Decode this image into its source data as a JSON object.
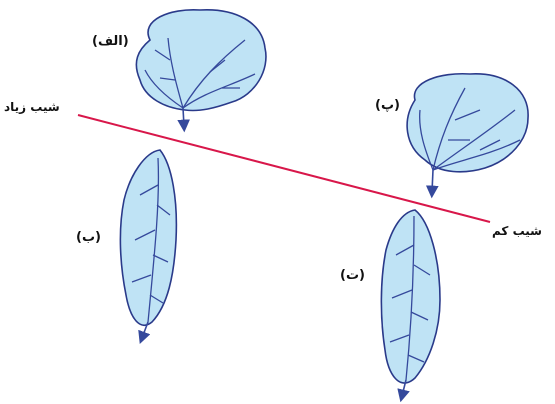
{
  "labels": {
    "a": "(الف)",
    "b": "(ب)",
    "p": "(پ)",
    "t": "(ت)",
    "steep": "شیب زیاد",
    "gentle": "شیب کم"
  },
  "colors": {
    "fill": "#bfe3f5",
    "outline": "#2a3a8a",
    "vein": "#35499c",
    "line": "#d8174a"
  }
}
